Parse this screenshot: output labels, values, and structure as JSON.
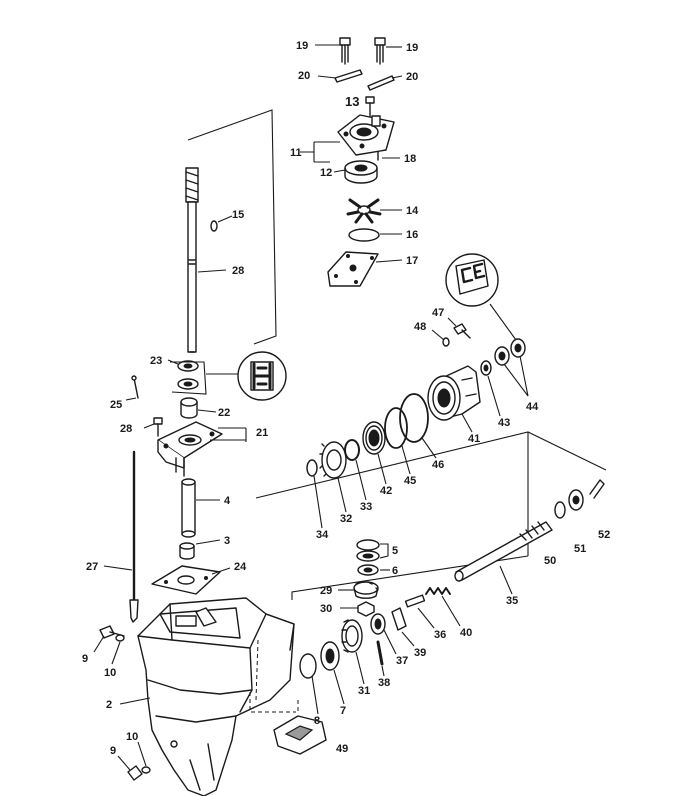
{
  "labels": [
    {
      "id": "l19a",
      "text": "19"
    },
    {
      "id": "l19b",
      "text": "19"
    },
    {
      "id": "l20a",
      "text": "20"
    },
    {
      "id": "l20b",
      "text": "20"
    },
    {
      "id": "l13",
      "text": "13"
    },
    {
      "id": "l11",
      "text": "11"
    },
    {
      "id": "l12",
      "text": "12"
    },
    {
      "id": "l18",
      "text": "18"
    },
    {
      "id": "l14",
      "text": "14"
    },
    {
      "id": "l16",
      "text": "16"
    },
    {
      "id": "l17",
      "text": "17"
    },
    {
      "id": "l15",
      "text": "15"
    },
    {
      "id": "l28a",
      "text": "28"
    },
    {
      "id": "l23",
      "text": "23"
    },
    {
      "id": "l25",
      "text": "25"
    },
    {
      "id": "l22",
      "text": "22"
    },
    {
      "id": "l28b",
      "text": "28"
    },
    {
      "id": "l21",
      "text": "21"
    },
    {
      "id": "l4",
      "text": "4"
    },
    {
      "id": "l3",
      "text": "3"
    },
    {
      "id": "l27",
      "text": "27"
    },
    {
      "id": "l24",
      "text": "24"
    },
    {
      "id": "l9a",
      "text": "9"
    },
    {
      "id": "l10a",
      "text": "10"
    },
    {
      "id": "l2",
      "text": "2"
    },
    {
      "id": "l10b",
      "text": "10"
    },
    {
      "id": "l9b",
      "text": "9"
    },
    {
      "id": "l49",
      "text": "49"
    },
    {
      "id": "l8",
      "text": "8"
    },
    {
      "id": "l7",
      "text": "7"
    },
    {
      "id": "l31",
      "text": "31"
    },
    {
      "id": "l38",
      "text": "38"
    },
    {
      "id": "l37",
      "text": "37"
    },
    {
      "id": "l39",
      "text": "39"
    },
    {
      "id": "l36",
      "text": "36"
    },
    {
      "id": "l40",
      "text": "40"
    },
    {
      "id": "l35",
      "text": "35"
    },
    {
      "id": "l30",
      "text": "30"
    },
    {
      "id": "l29",
      "text": "29"
    },
    {
      "id": "l6",
      "text": "6"
    },
    {
      "id": "l5",
      "text": "5"
    },
    {
      "id": "l34",
      "text": "34"
    },
    {
      "id": "l32",
      "text": "32"
    },
    {
      "id": "l33",
      "text": "33"
    },
    {
      "id": "l42",
      "text": "42"
    },
    {
      "id": "l45",
      "text": "45"
    },
    {
      "id": "l46",
      "text": "46"
    },
    {
      "id": "l41",
      "text": "41"
    },
    {
      "id": "l43",
      "text": "43"
    },
    {
      "id": "l44",
      "text": "44"
    },
    {
      "id": "l47",
      "text": "47"
    },
    {
      "id": "l48",
      "text": "48"
    },
    {
      "id": "l50",
      "text": "50"
    },
    {
      "id": "l51",
      "text": "51"
    },
    {
      "id": "l52",
      "text": "52"
    }
  ],
  "icons": {
    "main": "lower-unit-exploded-diagram",
    "tool_top": "special-tool-stamp-icon",
    "tool_mid": "special-tool-stamp-icon"
  },
  "colors": {
    "ink": "#1a1a1a",
    "paper": "#ffffff",
    "shade": "#9a9a9a"
  }
}
